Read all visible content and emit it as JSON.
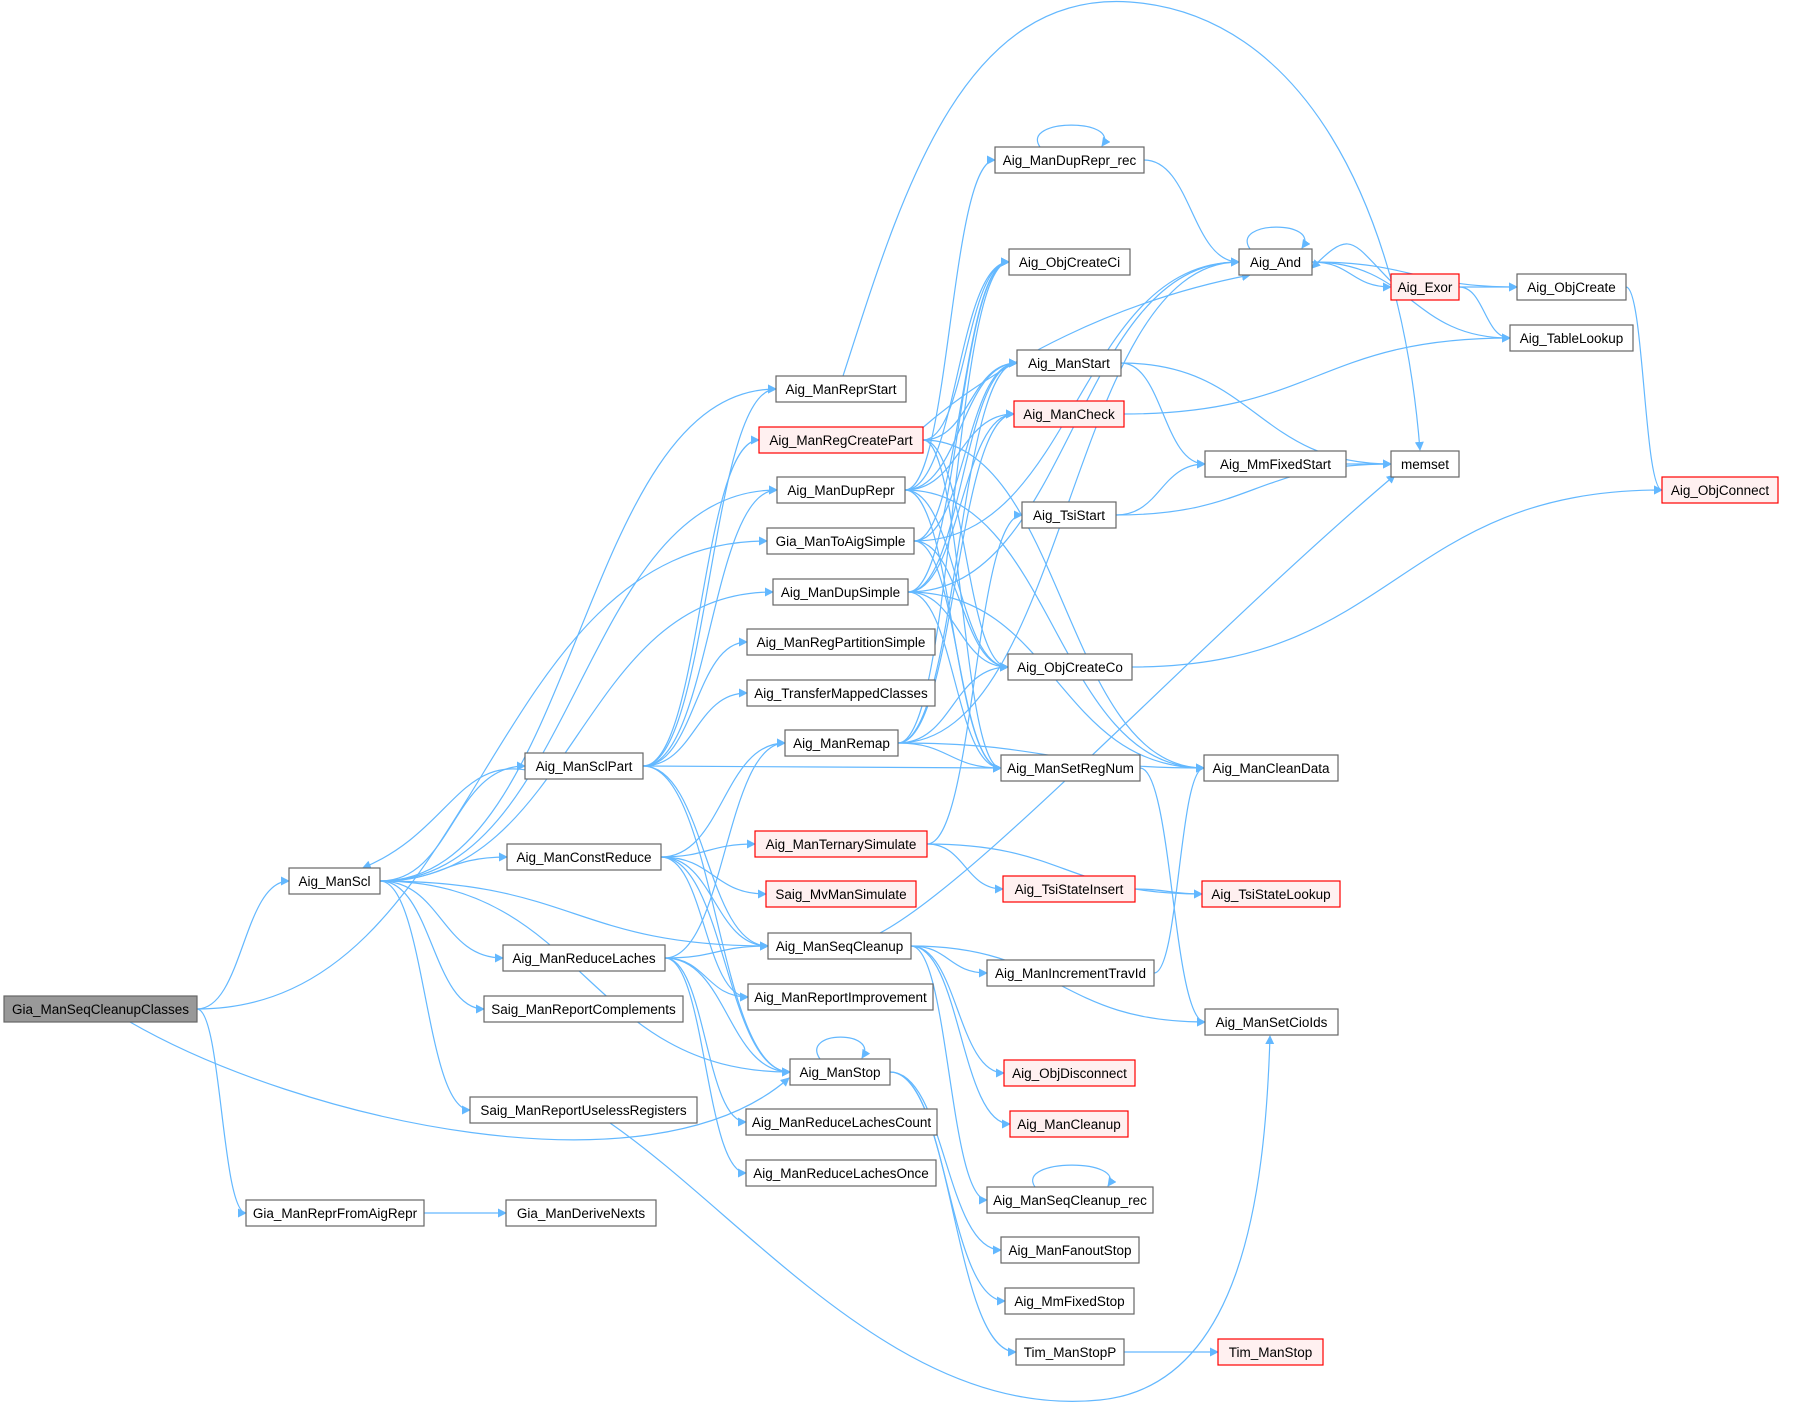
{
  "title": "Gia_ManSeqCleanupClasses call graph",
  "colors": {
    "edge": "#63b8ff",
    "node_border": "#666666",
    "node_fill": "#ffffff",
    "root_fill": "#999999",
    "truncated_border": "#ff0000",
    "truncated_fill": "#fff0f0"
  },
  "nodes": [
    {
      "id": "Gia_ManSeqCleanupClasses",
      "label": "Gia_ManSeqCleanupClasses",
      "kind": "root"
    },
    {
      "id": "Aig_ManScl",
      "label": "Aig_ManScl",
      "kind": "normal"
    },
    {
      "id": "Gia_ManReprFromAigRepr",
      "label": "Gia_ManReprFromAigRepr",
      "kind": "normal"
    },
    {
      "id": "Gia_ManDeriveNexts",
      "label": "Gia_ManDeriveNexts",
      "kind": "normal"
    },
    {
      "id": "Aig_ManSclPart",
      "label": "Aig_ManSclPart",
      "kind": "normal"
    },
    {
      "id": "Aig_ManConstReduce",
      "label": "Aig_ManConstReduce",
      "kind": "normal"
    },
    {
      "id": "Aig_ManReduceLaches",
      "label": "Aig_ManReduceLaches",
      "kind": "normal"
    },
    {
      "id": "Saig_ManReportComplements",
      "label": "Saig_ManReportComplements",
      "kind": "normal"
    },
    {
      "id": "Saig_ManReportUselessRegisters",
      "label": "Saig_ManReportUselessRegisters",
      "kind": "normal"
    },
    {
      "id": "Aig_ManReprStart",
      "label": "Aig_ManReprStart",
      "kind": "normal"
    },
    {
      "id": "Aig_ManRegCreatePart",
      "label": "Aig_ManRegCreatePart",
      "kind": "truncated"
    },
    {
      "id": "Aig_ManDupRepr",
      "label": "Aig_ManDupRepr",
      "kind": "normal"
    },
    {
      "id": "Gia_ManToAigSimple",
      "label": "Gia_ManToAigSimple",
      "kind": "normal"
    },
    {
      "id": "Aig_ManDupSimple",
      "label": "Aig_ManDupSimple",
      "kind": "normal"
    },
    {
      "id": "Aig_ManRegPartitionSimple",
      "label": "Aig_ManRegPartitionSimple",
      "kind": "normal"
    },
    {
      "id": "Aig_TransferMappedClasses",
      "label": "Aig_TransferMappedClasses",
      "kind": "normal"
    },
    {
      "id": "Aig_ManRemap",
      "label": "Aig_ManRemap",
      "kind": "normal"
    },
    {
      "id": "Aig_ManTernarySimulate",
      "label": "Aig_ManTernarySimulate",
      "kind": "truncated"
    },
    {
      "id": "Saig_MvManSimulate",
      "label": "Saig_MvManSimulate",
      "kind": "truncated"
    },
    {
      "id": "Aig_ManSeqCleanup",
      "label": "Aig_ManSeqCleanup",
      "kind": "normal"
    },
    {
      "id": "Aig_ManReportImprovement",
      "label": "Aig_ManReportImprovement",
      "kind": "normal"
    },
    {
      "id": "Aig_ManStop",
      "label": "Aig_ManStop",
      "kind": "normal"
    },
    {
      "id": "Aig_ManReduceLachesCount",
      "label": "Aig_ManReduceLachesCount",
      "kind": "normal"
    },
    {
      "id": "Aig_ManReduceLachesOnce",
      "label": "Aig_ManReduceLachesOnce",
      "kind": "normal"
    },
    {
      "id": "Aig_ManDupRepr_rec",
      "label": "Aig_ManDupRepr_rec",
      "kind": "normal"
    },
    {
      "id": "Aig_ObjCreateCi",
      "label": "Aig_ObjCreateCi",
      "kind": "normal"
    },
    {
      "id": "Aig_ManStart",
      "label": "Aig_ManStart",
      "kind": "normal"
    },
    {
      "id": "Aig_ManCheck",
      "label": "Aig_ManCheck",
      "kind": "truncated"
    },
    {
      "id": "Aig_TsiStart",
      "label": "Aig_TsiStart",
      "kind": "normal"
    },
    {
      "id": "Aig_ObjCreateCo",
      "label": "Aig_ObjCreateCo",
      "kind": "normal"
    },
    {
      "id": "Aig_ManSetRegNum",
      "label": "Aig_ManSetRegNum",
      "kind": "normal"
    },
    {
      "id": "Aig_TsiStateInsert",
      "label": "Aig_TsiStateInsert",
      "kind": "truncated"
    },
    {
      "id": "Aig_ManIncrementTravId",
      "label": "Aig_ManIncrementTravId",
      "kind": "normal"
    },
    {
      "id": "Aig_ObjDisconnect",
      "label": "Aig_ObjDisconnect",
      "kind": "truncated"
    },
    {
      "id": "Aig_ManCleanup",
      "label": "Aig_ManCleanup",
      "kind": "truncated"
    },
    {
      "id": "Aig_ManSeqCleanup_rec",
      "label": "Aig_ManSeqCleanup_rec",
      "kind": "normal"
    },
    {
      "id": "Aig_ManFanoutStop",
      "label": "Aig_ManFanoutStop",
      "kind": "normal"
    },
    {
      "id": "Aig_MmFixedStop",
      "label": "Aig_MmFixedStop",
      "kind": "normal"
    },
    {
      "id": "Tim_ManStopP",
      "label": "Tim_ManStopP",
      "kind": "normal"
    },
    {
      "id": "Aig_And",
      "label": "Aig_And",
      "kind": "normal"
    },
    {
      "id": "Aig_MmFixedStart",
      "label": "Aig_MmFixedStart",
      "kind": "normal"
    },
    {
      "id": "Aig_ManCleanData",
      "label": "Aig_ManCleanData",
      "kind": "normal"
    },
    {
      "id": "Aig_TsiStateLookup",
      "label": "Aig_TsiStateLookup",
      "kind": "truncated"
    },
    {
      "id": "Aig_ManSetCioIds",
      "label": "Aig_ManSetCioIds",
      "kind": "normal"
    },
    {
      "id": "Tim_ManStop",
      "label": "Tim_ManStop",
      "kind": "truncated"
    },
    {
      "id": "Aig_Exor",
      "label": "Aig_Exor",
      "kind": "truncated"
    },
    {
      "id": "Aig_ObjCreate",
      "label": "Aig_ObjCreate",
      "kind": "normal"
    },
    {
      "id": "Aig_TableLookup",
      "label": "Aig_TableLookup",
      "kind": "normal"
    },
    {
      "id": "memset",
      "label": "memset",
      "kind": "normal"
    },
    {
      "id": "Aig_ObjConnect",
      "label": "Aig_ObjConnect",
      "kind": "truncated"
    }
  ],
  "edges": [
    [
      "Gia_ManSeqCleanupClasses",
      "Aig_ManScl"
    ],
    [
      "Gia_ManSeqCleanupClasses",
      "Gia_ManToAigSimple"
    ],
    [
      "Gia_ManSeqCleanupClasses",
      "Aig_ManStop"
    ],
    [
      "Gia_ManSeqCleanupClasses",
      "Gia_ManReprFromAigRepr"
    ],
    [
      "Gia_ManReprFromAigRepr",
      "Gia_ManDeriveNexts"
    ],
    [
      "Aig_ManScl",
      "Aig_ManReprStart"
    ],
    [
      "Aig_ManScl",
      "Aig_ManDupSimple"
    ],
    [
      "Aig_ManScl",
      "Aig_ManSclPart"
    ],
    [
      "Aig_ManScl",
      "Aig_ManConstReduce"
    ],
    [
      "Aig_ManScl",
      "Aig_ManSeqCleanup"
    ],
    [
      "Aig_ManScl",
      "Aig_ManReduceLaches"
    ],
    [
      "Aig_ManScl",
      "Saig_ManReportComplements"
    ],
    [
      "Aig_ManScl",
      "Saig_ManReportUselessRegisters"
    ],
    [
      "Aig_ManScl",
      "Aig_ManStop"
    ],
    [
      "Aig_ManScl",
      "Aig_ManDupRepr"
    ],
    [
      "Aig_ManSclPart",
      "Aig_ManScl"
    ],
    [
      "Aig_ManSclPart",
      "Aig_ManRegCreatePart"
    ],
    [
      "Aig_ManSclPart",
      "Aig_ManDupRepr"
    ],
    [
      "Aig_ManSclPart",
      "Aig_ManRegPartitionSimple"
    ],
    [
      "Aig_ManSclPart",
      "Aig_TransferMappedClasses"
    ],
    [
      "Aig_ManSclPart",
      "Aig_ManSetRegNum"
    ],
    [
      "Aig_ManSclPart",
      "Aig_ManSeqCleanup"
    ],
    [
      "Aig_ManSclPart",
      "Aig_ManStop"
    ],
    [
      "Aig_ManSclPart",
      "Aig_ManReprStart"
    ],
    [
      "Aig_ManConstReduce",
      "Aig_ManRemap"
    ],
    [
      "Aig_ManConstReduce",
      "Aig_ManTernarySimulate"
    ],
    [
      "Aig_ManConstReduce",
      "Saig_MvManSimulate"
    ],
    [
      "Aig_ManConstReduce",
      "Aig_ManSeqCleanup"
    ],
    [
      "Aig_ManConstReduce",
      "Aig_ManReportImprovement"
    ],
    [
      "Aig_ManConstReduce",
      "Aig_ManStop"
    ],
    [
      "Aig_ManReduceLaches",
      "Aig_ManRemap"
    ],
    [
      "Aig_ManReduceLaches",
      "Aig_ManSeqCleanup"
    ],
    [
      "Aig_ManReduceLaches",
      "Aig_ManReportImprovement"
    ],
    [
      "Aig_ManReduceLaches",
      "Aig_ManStop"
    ],
    [
      "Aig_ManReduceLaches",
      "Aig_ManReduceLachesCount"
    ],
    [
      "Aig_ManReduceLaches",
      "Aig_ManReduceLachesOnce"
    ],
    [
      "Saig_ManReportUselessRegisters",
      "Aig_ManSetCioIds"
    ],
    [
      "Aig_ManReprStart",
      "memset"
    ],
    [
      "Aig_ManRegCreatePart",
      "Aig_ManStart"
    ],
    [
      "Aig_ManRegCreatePart",
      "Aig_ObjCreateCi"
    ],
    [
      "Aig_ManRegCreatePart",
      "Aig_ObjCreateCo"
    ],
    [
      "Aig_ManRegCreatePart",
      "Aig_ManCleanData"
    ],
    [
      "Aig_ManRegCreatePart",
      "Aig_And"
    ],
    [
      "Aig_ManRegCreatePart",
      "Aig_ManSetRegNum"
    ],
    [
      "Aig_ManDupRepr",
      "Aig_ManDupRepr_rec"
    ],
    [
      "Aig_ManDupRepr",
      "Aig_ObjCreateCi"
    ],
    [
      "Aig_ManDupRepr",
      "Aig_ManStart"
    ],
    [
      "Aig_ManDupRepr",
      "Aig_ObjCreateCo"
    ],
    [
      "Aig_ManDupRepr",
      "Aig_ManSetRegNum"
    ],
    [
      "Aig_ManDupRepr",
      "Aig_ManCleanData"
    ],
    [
      "Aig_ManDupRepr",
      "Aig_ManCheck"
    ],
    [
      "Gia_ManToAigSimple",
      "Aig_And"
    ],
    [
      "Gia_ManToAigSimple",
      "Aig_ObjCreateCi"
    ],
    [
      "Gia_ManToAigSimple",
      "Aig_ManStart"
    ],
    [
      "Gia_ManToAigSimple",
      "Aig_ObjCreateCo"
    ],
    [
      "Gia_ManToAigSimple",
      "Aig_ManSetRegNum"
    ],
    [
      "Aig_ManDupSimple",
      "Aig_And"
    ],
    [
      "Aig_ManDupSimple",
      "Aig_ObjCreateCi"
    ],
    [
      "Aig_ManDupSimple",
      "Aig_ManStart"
    ],
    [
      "Aig_ManDupSimple",
      "Aig_ManCheck"
    ],
    [
      "Aig_ManDupSimple",
      "Aig_ObjCreateCo"
    ],
    [
      "Aig_ManDupSimple",
      "Aig_ManSetRegNum"
    ],
    [
      "Aig_ManDupSimple",
      "Aig_ManCleanData"
    ],
    [
      "Aig_ManRemap",
      "Aig_And"
    ],
    [
      "Aig_ManRemap",
      "Aig_ObjCreateCi"
    ],
    [
      "Aig_ManRemap",
      "Aig_ManStart"
    ],
    [
      "Aig_ManRemap",
      "Aig_ManCheck"
    ],
    [
      "Aig_ManRemap",
      "Aig_ObjCreateCo"
    ],
    [
      "Aig_ManRemap",
      "Aig_ManSetRegNum"
    ],
    [
      "Aig_ManRemap",
      "Aig_ManCleanData"
    ],
    [
      "Aig_ManTernarySimulate",
      "Aig_TsiStart"
    ],
    [
      "Aig_ManTernarySimulate",
      "Aig_TsiStateInsert"
    ],
    [
      "Aig_ManTernarySimulate",
      "Aig_TsiStateLookup"
    ],
    [
      "Aig_ManSeqCleanup",
      "Aig_ManIncrementTravId"
    ],
    [
      "Aig_ManSeqCleanup",
      "Aig_ManSetCioIds"
    ],
    [
      "Aig_ManSeqCleanup",
      "Aig_ObjDisconnect"
    ],
    [
      "Aig_ManSeqCleanup",
      "Aig_ManCleanup"
    ],
    [
      "Aig_ManSeqCleanup",
      "Aig_ManSeqCleanup_rec"
    ],
    [
      "Aig_ManSeqCleanup",
      "memset"
    ],
    [
      "Aig_ManStop",
      "Aig_ManStop"
    ],
    [
      "Aig_ManStop",
      "Aig_ManFanoutStop"
    ],
    [
      "Aig_ManStop",
      "Aig_MmFixedStop"
    ],
    [
      "Aig_ManStop",
      "Tim_ManStopP"
    ],
    [
      "Aig_ManDupRepr_rec",
      "Aig_ManDupRepr_rec"
    ],
    [
      "Aig_ManDupRepr_rec",
      "Aig_And"
    ],
    [
      "Aig_ManStart",
      "Aig_MmFixedStart"
    ],
    [
      "Aig_ManStart",
      "memset"
    ],
    [
      "Aig_ManCheck",
      "Aig_TableLookup"
    ],
    [
      "Aig_TsiStart",
      "Aig_MmFixedStart"
    ],
    [
      "Aig_TsiStart",
      "memset"
    ],
    [
      "Aig_ObjCreateCo",
      "Aig_ObjConnect"
    ],
    [
      "Aig_ManSetRegNum",
      "Aig_ManSetCioIds"
    ],
    [
      "Aig_TsiStateInsert",
      "Aig_TsiStateLookup"
    ],
    [
      "Aig_ManIncrementTravId",
      "Aig_ManCleanData"
    ],
    [
      "Aig_ManSeqCleanup_rec",
      "Aig_ManSeqCleanup_rec"
    ],
    [
      "Tim_ManStopP",
      "Tim_ManStop"
    ],
    [
      "Aig_And",
      "Aig_And"
    ],
    [
      "Aig_And",
      "Aig_Exor"
    ],
    [
      "Aig_And",
      "Aig_ObjCreate"
    ],
    [
      "Aig_And",
      "Aig_TableLookup"
    ],
    [
      "Aig_Exor",
      "Aig_And"
    ],
    [
      "Aig_Exor",
      "Aig_ObjCreate"
    ],
    [
      "Aig_Exor",
      "Aig_TableLookup"
    ],
    [
      "Aig_MmFixedStart",
      "memset"
    ],
    [
      "Aig_ObjCreate",
      "Aig_ObjConnect"
    ]
  ]
}
